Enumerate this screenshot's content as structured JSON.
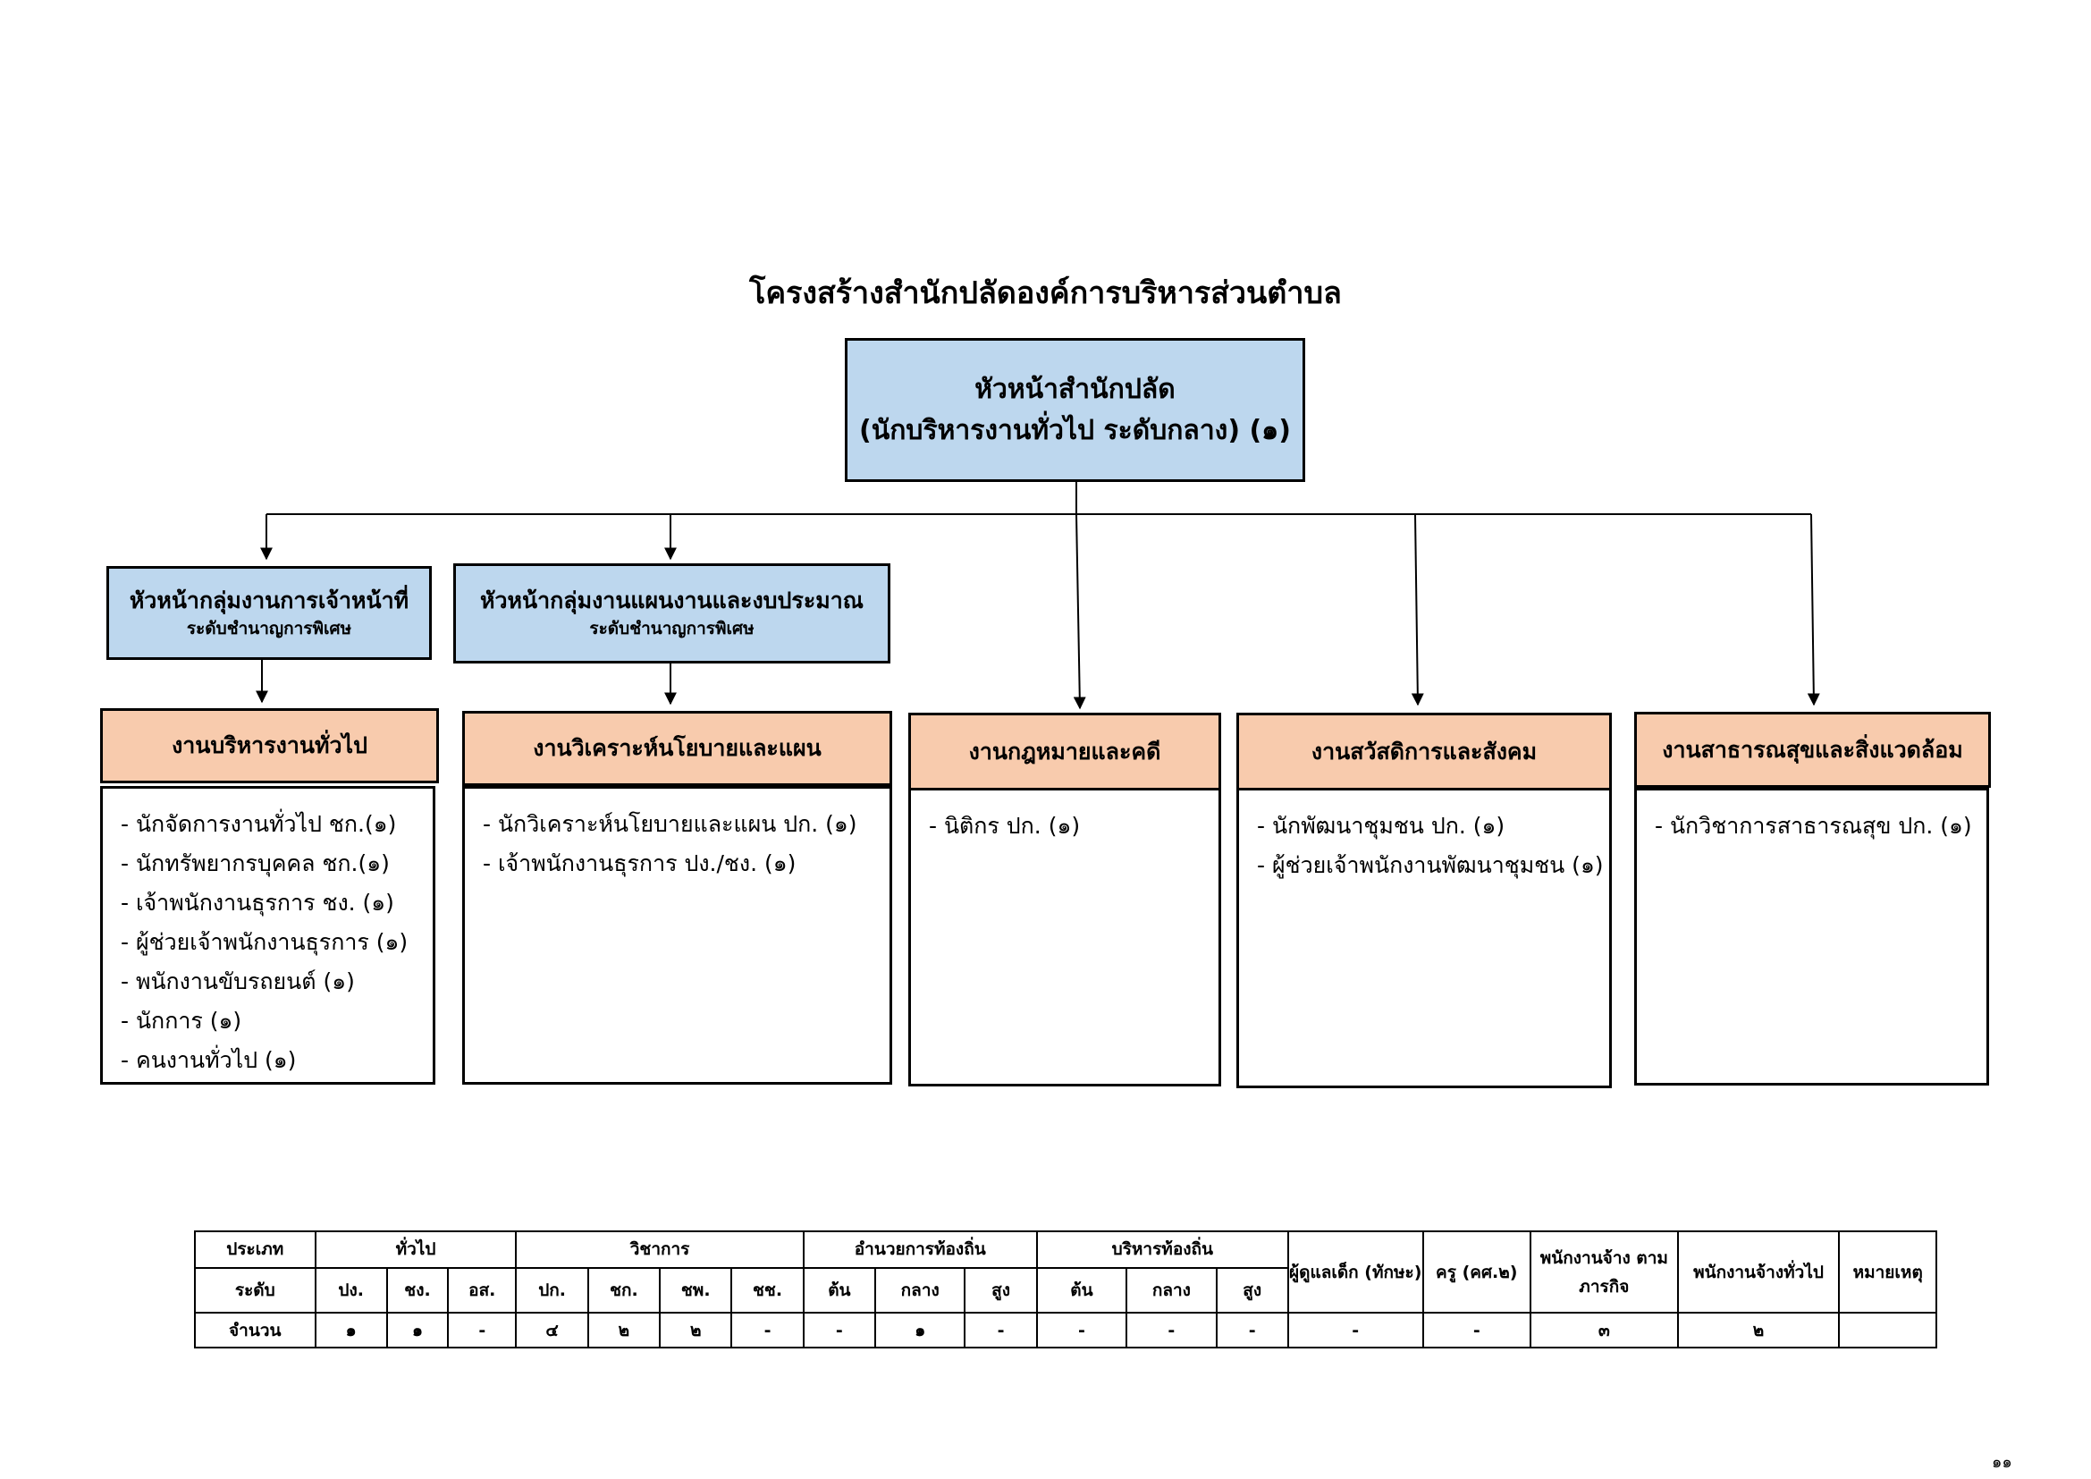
{
  "title": "โครงสร้างสำนักปลัดองค์การบริหารส่วนตำบล",
  "top_box": {
    "line1": "หัวหน้าสำนักปลัด",
    "line2": "(นักบริหารงานทั่วไป ระดับกลาง) (๑)"
  },
  "group_heads": [
    {
      "line1": "หัวหน้ากลุ่มงานการเจ้าหน้าที่",
      "line2": "ระดับชำนาญการพิเศษ"
    },
    {
      "line1": "หัวหน้ากลุ่มงานแผนงานและงบประมาณ",
      "line2": "ระดับชำนาญการพิเศษ"
    }
  ],
  "sections": [
    {
      "title": "งานบริหารงานทั่วไป",
      "items": [
        "- นักจัดการงานทั่วไป ชก.(๑)",
        "- นักทรัพยากรบุคคล ชก.(๑)",
        "- เจ้าพนักงานธุรการ ชง. (๑)",
        "- ผู้ช่วยเจ้าพนักงานธุรการ (๑)",
        "- พนักงานขับรถยนต์ (๑)",
        "- นักการ (๑)",
        "- คนงานทั่วไป (๑)"
      ]
    },
    {
      "title": "งานวิเคราะห์นโยบายและแผน",
      "items": [
        "- นักวิเคราะห์นโยบายและแผน ปก. (๑)",
        "- เจ้าพนักงานธุรการ ปง./ชง. (๑)"
      ]
    },
    {
      "title": "งานกฎหมายและคดี",
      "items": [
        "- นิติกร ปก. (๑)"
      ]
    },
    {
      "title": "งานสวัสดิการและสังคม",
      "items": [
        "- นักพัฒนาชุมชน ปก. (๑)",
        "- ผู้ช่วยเจ้าพนักงานพัฒนาชุมชน (๑)"
      ]
    },
    {
      "title": "งานสาธารณสุขและสิ่งแวดล้อม",
      "items": [
        "- นักวิชาการสาธารณสุข ปก. (๑)"
      ]
    }
  ],
  "table": {
    "type_label": "ประเภท",
    "level_label": "ระดับ",
    "count_label": "จำนวน",
    "groups": [
      "ทั่วไป",
      "วิชาการ",
      "อำนวยการท้องถิ่น",
      "บริหารท้องถิ่น"
    ],
    "sub_levels": [
      "ปง.",
      "ชง.",
      "อส.",
      "ปก.",
      "ชก.",
      "ชพ.",
      "ชช.",
      "ต้น",
      "กลาง",
      "สูง",
      "ต้น",
      "กลาง",
      "สูง"
    ],
    "caretaker": "ผู้ดูแลเด็ก (ทักษะ)",
    "teacher": "ครู (คศ.๒)",
    "mission_staff": "พนักงานจ้าง ตามภารกิจ",
    "general_staff": "พนักงานจ้างทั่วไป",
    "remark": "หมายเหตุ",
    "counts": [
      "๑",
      "๑",
      "-",
      "๔",
      "๒",
      "๒",
      "-",
      "-",
      "๑",
      "-",
      "-",
      "-",
      "-",
      "-",
      "-",
      "๓",
      "๒",
      ""
    ]
  },
  "page_number": "๑๑"
}
